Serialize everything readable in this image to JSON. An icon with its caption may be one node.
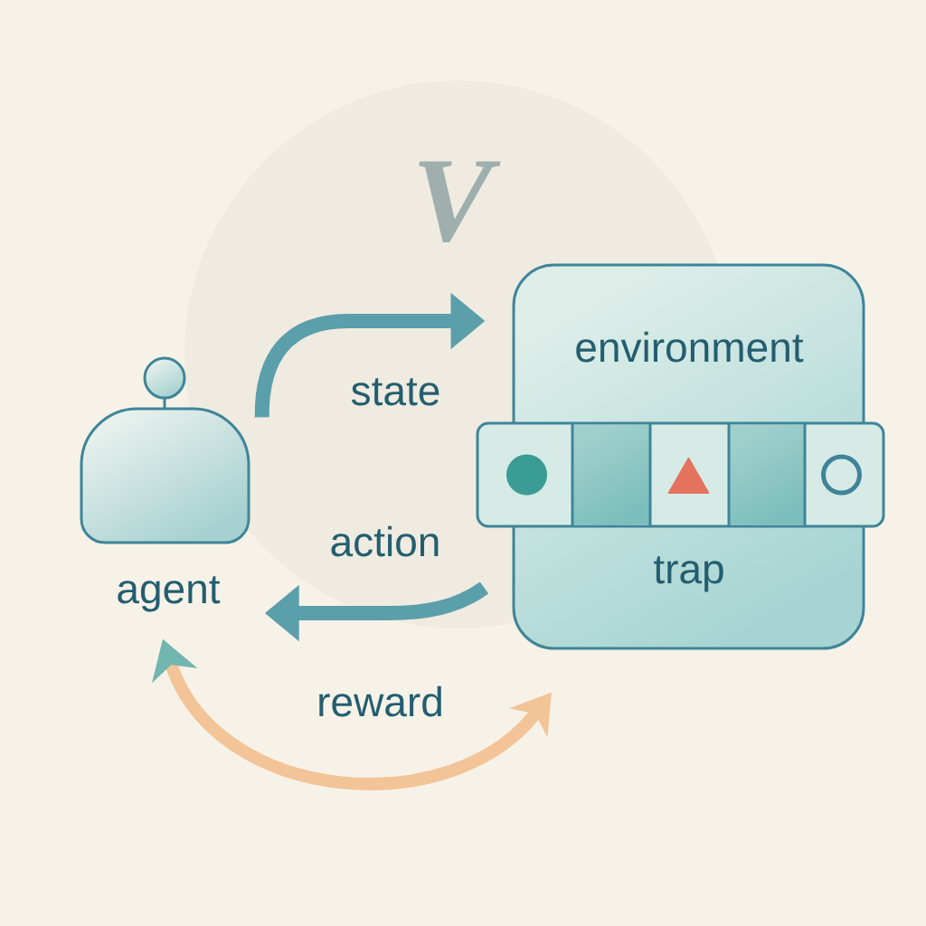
{
  "diagram": {
    "nodes": [
      {
        "text": [
          "agent"
        ]
      },
      {
        "text": [
          "environment",
          "trap"
        ]
      }
    ],
    "edges": [
      {
        "from": 0,
        "to": 1,
        "arrow": "to",
        "label": "state"
      },
      {
        "from": 1,
        "to": 0,
        "arrow": "to",
        "label": "action"
      },
      {
        "from": 0,
        "to": 1,
        "arrow": "both",
        "label": "reward",
        "color": "#f2c497"
      }
    ],
    "labels": [
      "V"
    ]
  }
}
